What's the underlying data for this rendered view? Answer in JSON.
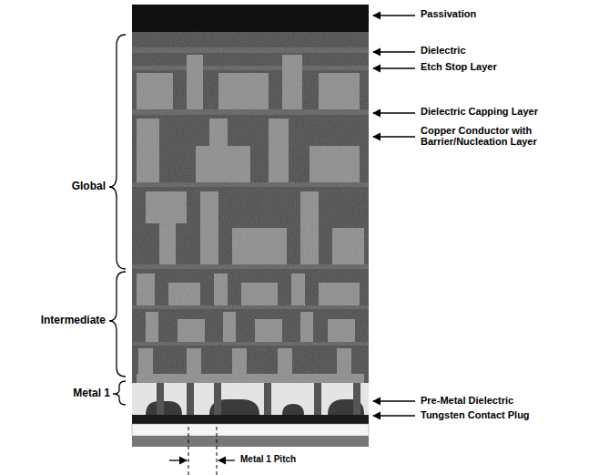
{
  "diagram": {
    "labels": [
      "Passivation",
      "Dielectric",
      "Etch Stop Layer",
      "Dielectric Capping Layer",
      "Copper Conductor with Barrier/Nucleation Layer",
      "Global",
      "Intermediate",
      "Metal 1",
      "Pre-Metal Dielectric",
      "Tungsten Contact Plug",
      "Metal 1 Pitch"
    ]
  }
}
